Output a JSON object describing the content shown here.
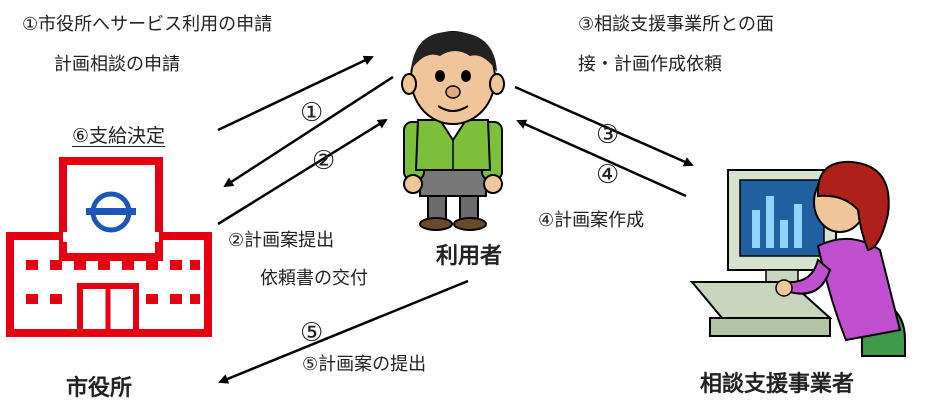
{
  "labels": {
    "step1_line1": "①市役所へサービス利用の申請",
    "step1_line2": "計画相談の申請",
    "step3_line1": "③相談支援事業所との面",
    "step3_line2": "接・計画作成依頼",
    "step6": "⑥支給決定",
    "step2_line1": "②計画案提出",
    "step2_line2": "依頼書の交付",
    "step4": "④計画案作成",
    "step5": "⑤計画案の提出"
  },
  "actors": {
    "user": "利用者",
    "city_hall": "市役所",
    "consultant": "相談支援事業者"
  },
  "markers": {
    "m1": "①",
    "m2": "②",
    "m3": "③",
    "m4": "④",
    "m5": "⑤"
  },
  "colors": {
    "city_hall_red": "#e60012",
    "city_hall_blue": "#1a57b8",
    "user_shirt": "#7bbf3a",
    "consultant_shirt": "#c050d0",
    "consultant_hair": "#b0201a",
    "monitor_screen": "#2060a0",
    "arrow": "#000000"
  }
}
